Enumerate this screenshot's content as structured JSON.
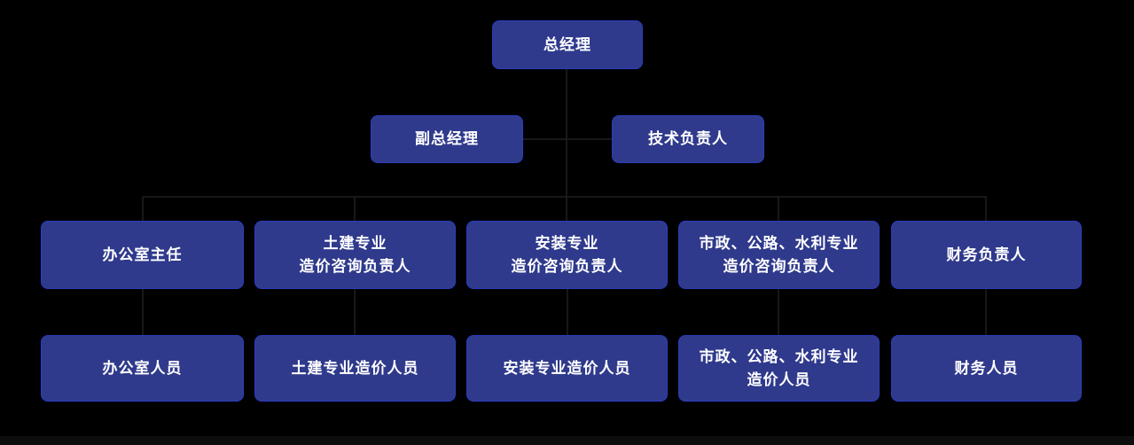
{
  "colors": {
    "background": "#000000",
    "node_fill": "#2f3a8c",
    "node_border": "#2c3cc0",
    "node_text": "#ffffff",
    "connector": "#181818"
  },
  "org_chart": {
    "type": "organization-chart",
    "nodes": [
      {
        "id": "general-manager",
        "level": 1,
        "label": "总经理"
      },
      {
        "id": "deputy-general-manager",
        "level": 2,
        "label": "副总经理"
      },
      {
        "id": "technical-lead",
        "level": 2,
        "label": "技术负责人"
      },
      {
        "id": "office-director",
        "level": 3,
        "label": "办公室主任"
      },
      {
        "id": "civil-consulting-lead",
        "level": 3,
        "label": "土建专业\n造价咨询负责人"
      },
      {
        "id": "installation-consulting-lead",
        "level": 3,
        "label": "安装专业\n造价咨询负责人"
      },
      {
        "id": "municipal-consulting-lead",
        "level": 3,
        "label": "市政、公路、水利专业\n造价咨询负责人"
      },
      {
        "id": "finance-lead",
        "level": 3,
        "label": "财务负责人"
      },
      {
        "id": "office-staff",
        "level": 4,
        "label": "办公室人员"
      },
      {
        "id": "civil-cost-staff",
        "level": 4,
        "label": "土建专业造价人员"
      },
      {
        "id": "installation-cost-staff",
        "level": 4,
        "label": "安装专业造价人员"
      },
      {
        "id": "municipal-cost-staff",
        "level": 4,
        "label": "市政、公路、水利专业\n造价人员"
      },
      {
        "id": "finance-staff",
        "level": 4,
        "label": "财务人员"
      }
    ],
    "edges": [
      {
        "from": "general-manager",
        "to": "deputy-general-manager"
      },
      {
        "from": "general-manager",
        "to": "technical-lead"
      },
      {
        "from": "general-manager",
        "to": "office-director"
      },
      {
        "from": "general-manager",
        "to": "civil-consulting-lead"
      },
      {
        "from": "general-manager",
        "to": "installation-consulting-lead"
      },
      {
        "from": "general-manager",
        "to": "municipal-consulting-lead"
      },
      {
        "from": "general-manager",
        "to": "finance-lead"
      },
      {
        "from": "office-director",
        "to": "office-staff"
      },
      {
        "from": "civil-consulting-lead",
        "to": "civil-cost-staff"
      },
      {
        "from": "installation-consulting-lead",
        "to": "installation-cost-staff"
      },
      {
        "from": "municipal-consulting-lead",
        "to": "municipal-cost-staff"
      },
      {
        "from": "finance-lead",
        "to": "finance-staff"
      }
    ]
  }
}
